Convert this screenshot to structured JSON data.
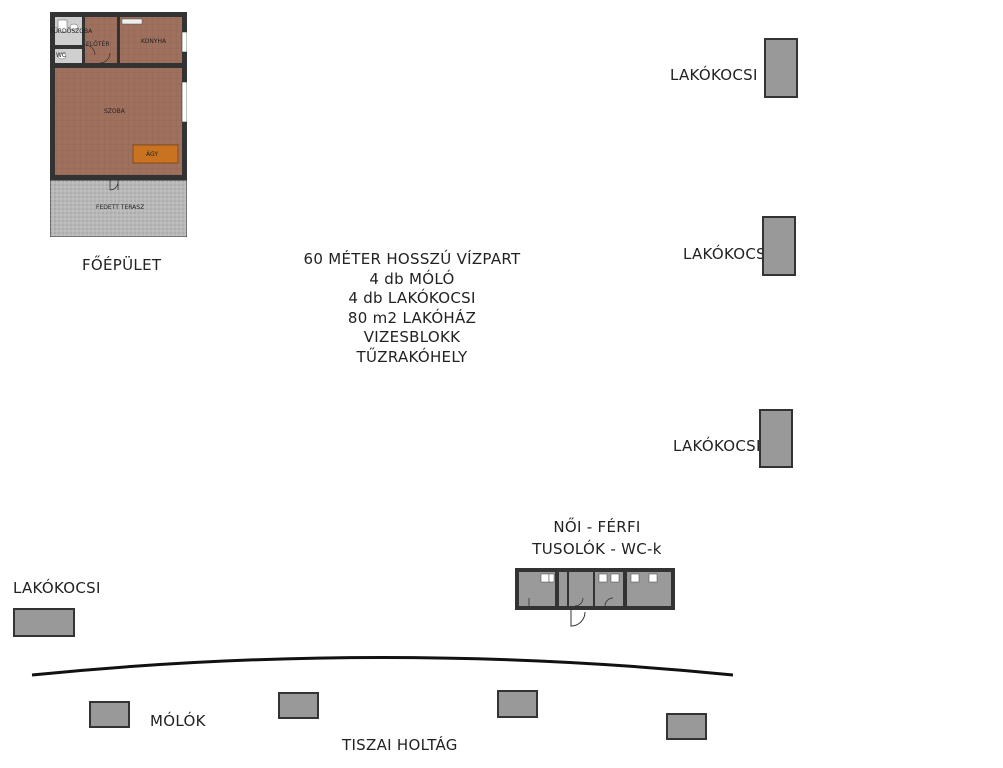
{
  "main_building": {
    "label": "FŐÉPÜLET",
    "rooms": {
      "bathroom": "FÜRDŐSZOBA",
      "hall": "ELŐTÉR",
      "kitchen": "KONYHA",
      "room": "SZOBA",
      "bed": "ÁGY",
      "wc": "WC",
      "terrace": "FEDETT TERASZ"
    }
  },
  "info": {
    "lines": [
      "60 MÉTER HOSSZÚ VÍZPART",
      "4 db MÓLÓ",
      "4 db LAKÓKOCSI",
      "80 m2 LAKÓHÁZ",
      "VIZESBLOKK",
      "TŰZRAKÓHELY"
    ]
  },
  "caravans": {
    "label_1": "LAKÓKOCSI",
    "label_2": "LAKÓKOCSI",
    "label_3": "LAKÓKOCSI",
    "label_4": "LAKÓKOCSI"
  },
  "wc_block": {
    "title_line1": "NŐI -  FÉRFI",
    "title_line2": "TUSOLÓK - WC-k"
  },
  "piers": {
    "label": "MÓLÓK"
  },
  "river": {
    "label": "TISZAI  HOLTÁG"
  },
  "colors": {
    "floor": "#a0705e",
    "terrace": "#b5b5b5",
    "caravan": "#999999",
    "outline": "#333333"
  }
}
